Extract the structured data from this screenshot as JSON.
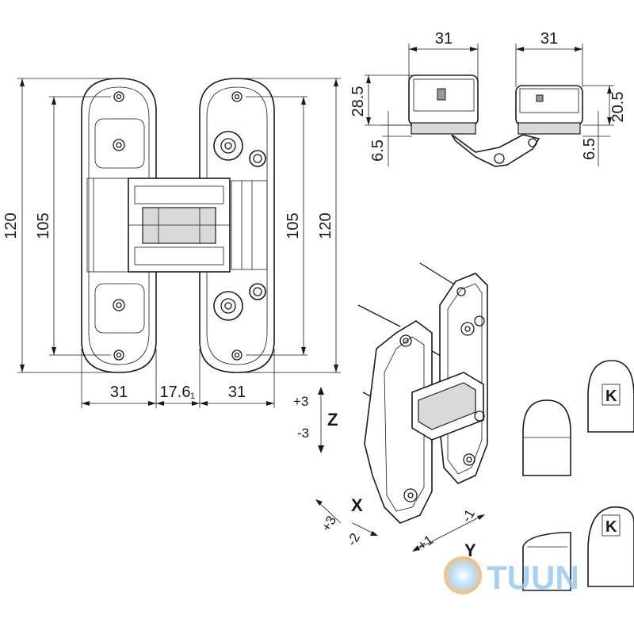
{
  "front_view": {
    "dims": {
      "height_outer": "120",
      "height_inner": "105",
      "height_right_inner": "105",
      "height_right_outer": "120",
      "width_left": "31",
      "gap": "17.6",
      "width_right": "31",
      "gap_sub": "1"
    }
  },
  "top_view": {
    "dims": {
      "width_left": "31",
      "width_right": "31",
      "h_left": "28.5",
      "h_right": "20.5",
      "offset_left": "6.5",
      "offset_right": "6.5"
    }
  },
  "adjustment": {
    "z_axis": "Z",
    "z_plus": "+3",
    "z_minus": "-3",
    "x_axis": "X",
    "x_plus": "+3",
    "x_minus": "-2",
    "y_axis": "Y",
    "y_plus": "+1",
    "y_minus": "-1"
  },
  "watermark": {
    "text": "TUUN"
  },
  "caps": {
    "logo_letter": "K"
  }
}
